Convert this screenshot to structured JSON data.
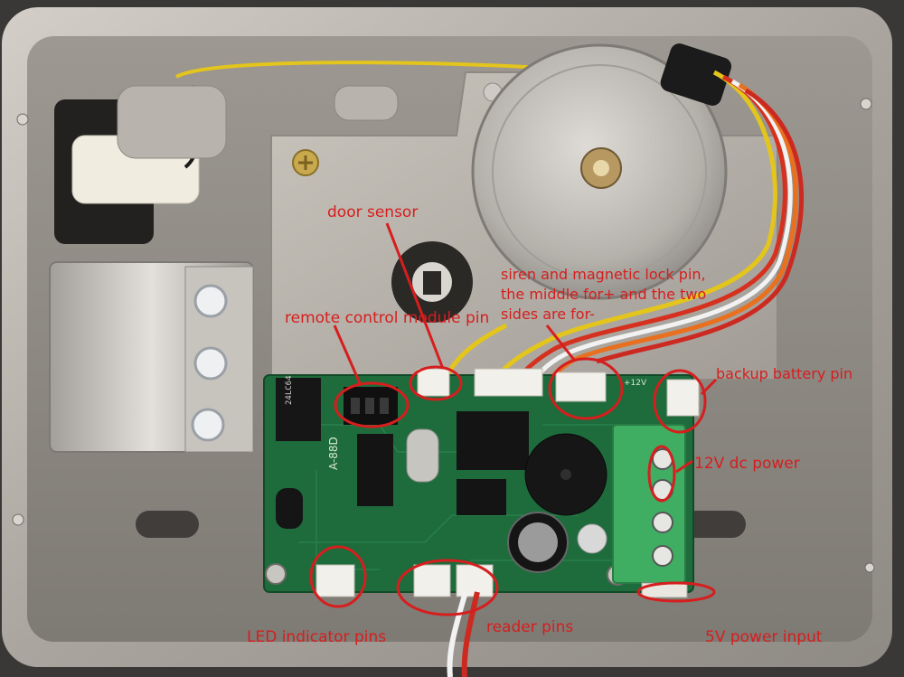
{
  "labels": {
    "door_sensor": "door sensor",
    "remote_control_module_pin": "remote control module pin",
    "siren_magnetic_lock_pin": "siren and magnetic lock pin, the middle for+ and the two sides are for-",
    "backup_battery_pin": "backup battery pin",
    "dc_power_12v": "12V dc power",
    "led_indicator_pins": "LED indicator pins",
    "reader_pins": "reader pins",
    "power_input_5v": "5V power input"
  },
  "pcb_silkscreen": {
    "model": "A-88D",
    "voltage": "+12V",
    "chip": "24LC64"
  },
  "colors": {
    "annotation": "#d61e1e",
    "pcb": "#1e6b3c",
    "terminal_block": "#3fae63",
    "metal_case": "#b9b5ae"
  }
}
